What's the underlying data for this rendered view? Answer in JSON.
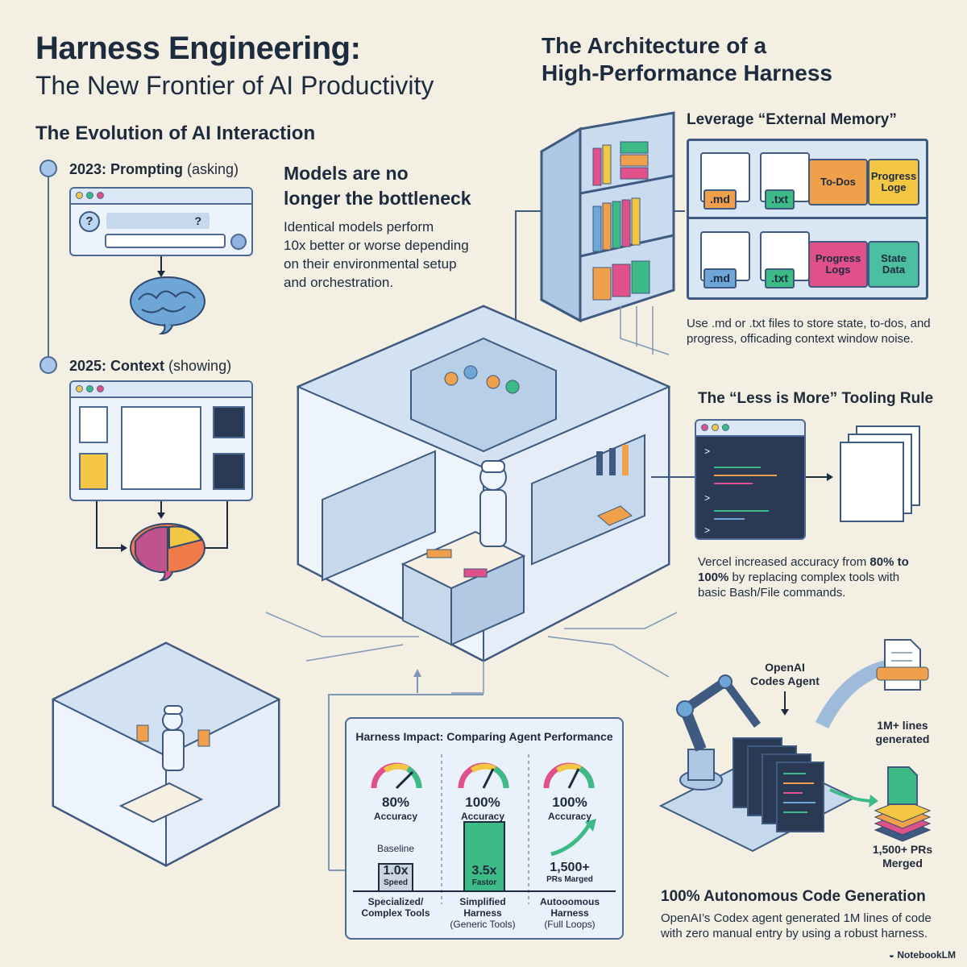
{
  "header": {
    "title": "Harness Engineering:",
    "subtitle": "The New Frontier of AI Productivity",
    "architecture_title_line1": "The Architecture of a",
    "architecture_title_line2": "High-Performance Harness"
  },
  "evolution": {
    "heading": "The Evolution of AI Interaction",
    "stage1_bold": "2023: Prompting",
    "stage1_rest": " (asking)",
    "stage1_glyph_q": "?",
    "stage2_bold": "2025: Context",
    "stage2_rest": " (showing)"
  },
  "bottleneck": {
    "heading_line1": "Models are no",
    "heading_line2": "longer the bottleneck",
    "body_line1": "Identical models perform",
    "body_line2": "10x better or worse depending",
    "body_line3": "on their environmental setup",
    "body_line4": "and orchestration."
  },
  "memory": {
    "heading": "Leverage “External Memory”",
    "row1": [
      ".md",
      ".txt",
      "To-Dos",
      "Progress Loge"
    ],
    "row2": [
      ".md",
      ".txt",
      "Progress Logs",
      "State Data"
    ],
    "caption_line1": "Use .md or .txt files to store state, to-dos, and",
    "caption_line2": "progress, officading context window noise."
  },
  "tooling": {
    "heading": "The “Less is More” Tooling Rule",
    "caption_pre": "Vercel increased accuracy from ",
    "caption_b1": "80% to",
    "caption_b2": "100%",
    "caption_mid": " by replacing complex tools with",
    "caption_line3": "basic Bash/File commands."
  },
  "impact": {
    "heading": "Harness Impact: Comparing Agent Performance",
    "columns": [
      {
        "pct": "80%",
        "metric": "Accuracy",
        "pre": "Baseline",
        "box": "1.0x",
        "box_sub": "Speed",
        "label1": "Specialized/",
        "label2": "Complex Tools",
        "label3": ""
      },
      {
        "pct": "100%",
        "metric": "Accuracy",
        "pre": "",
        "box": "3.5x",
        "box_sub": "Fastor",
        "label1": "Simplified",
        "label2": "Harness",
        "label3": "(Generic Tools)"
      },
      {
        "pct": "100%",
        "metric": "Accuracy",
        "pre": "",
        "box": "1,500+",
        "box_sub": "PRs Marged",
        "label1": "Autooomous",
        "label2": "Harness",
        "label3": "(Full Loops)"
      }
    ]
  },
  "autonomous": {
    "agent_label_line1": "OpenAI",
    "agent_label_line2": "Codes Agent",
    "lines_label_line1": "1M+ lines",
    "lines_label_line2": "generated",
    "prs_label_line1": "1,500+ PRs",
    "prs_label_line2": "Merged",
    "heading": "100% Autonomous Code Generation",
    "caption_line1": "OpenAI’s Codex agent generated 1M lines of code",
    "caption_line2": "with zero manual entry by using a robust harness."
  },
  "footer": {
    "brand": "NotebookLM"
  },
  "colors": {
    "background": "#f4efe3",
    "ink": "#1d2b3f",
    "line": "#4c6a92",
    "panel": "#e9f1fa",
    "accent_green": "#3dbb86",
    "accent_orange": "#f0a04b",
    "accent_yellow": "#f3c744",
    "accent_pink": "#e0508a",
    "accent_teal": "#4cbfa0"
  }
}
